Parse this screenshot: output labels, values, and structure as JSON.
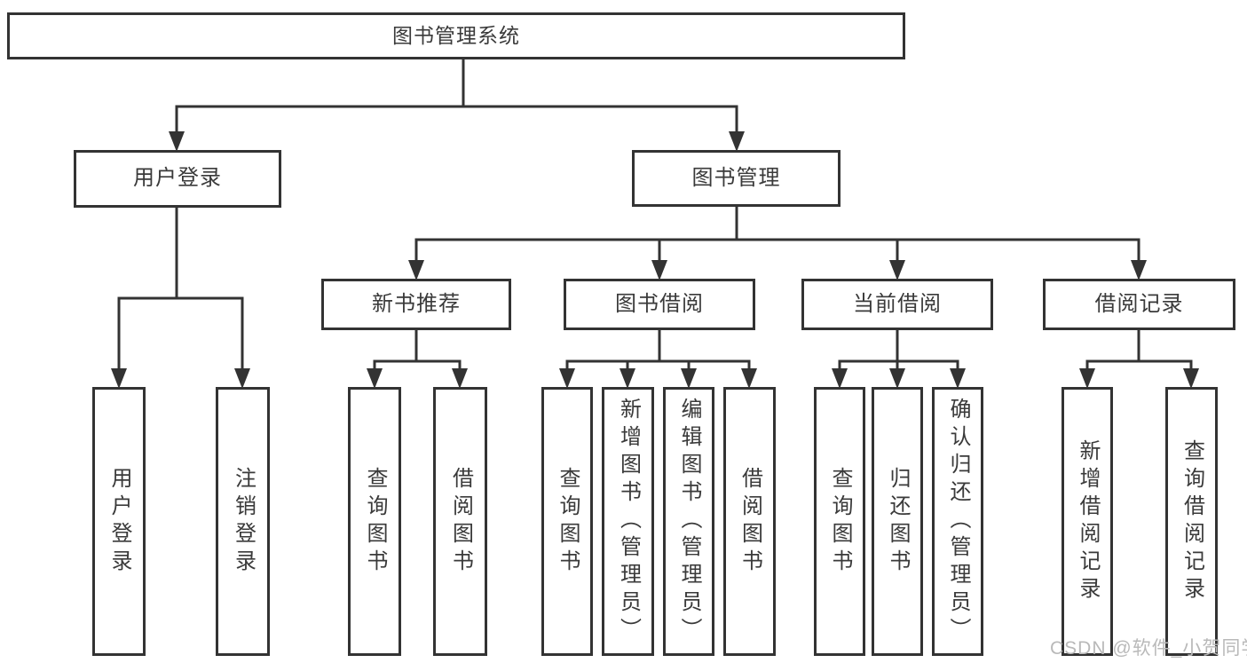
{
  "colors": {
    "line": "#333333",
    "text": "#3a3a3a",
    "background": "#ffffff",
    "watermark": "#b9b9b9"
  },
  "tree": {
    "root": {
      "label": "图书管理系统"
    },
    "branches": [
      {
        "label": "用户登录",
        "children": [
          {
            "label": "用户登录"
          },
          {
            "label": "注销登录"
          }
        ]
      },
      {
        "label": "图书管理",
        "children": [
          {
            "label": "新书推荐",
            "children": [
              {
                "label": "查询图书"
              },
              {
                "label": "借阅图书"
              }
            ]
          },
          {
            "label": "图书借阅",
            "children": [
              {
                "label": "查询图书"
              },
              {
                "label": "新增图书（管理员）"
              },
              {
                "label": "编辑图书（管理员）"
              },
              {
                "label": "借阅图书"
              }
            ]
          },
          {
            "label": "当前借阅",
            "children": [
              {
                "label": "查询图书"
              },
              {
                "label": "归还图书"
              },
              {
                "label": "确认归还（管理员）"
              }
            ]
          },
          {
            "label": "借阅记录",
            "children": [
              {
                "label": "新增借阅记录"
              },
              {
                "label": "查询借阅记录"
              }
            ]
          }
        ]
      }
    ]
  },
  "watermark": {
    "text": "CSDN @软件_小贺同学"
  }
}
